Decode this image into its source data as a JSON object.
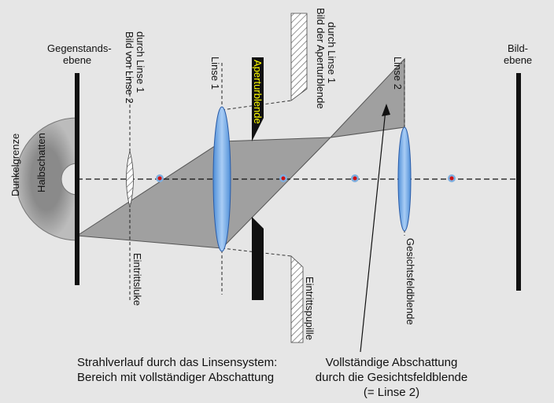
{
  "labels": {
    "object_plane": [
      "Gegenstands-",
      "ebene"
    ],
    "image_plane": [
      "Bild-",
      "ebene"
    ],
    "image_lens2": [
      "Bild von Linse 2",
      "durch Linse 1"
    ],
    "image_aperture": [
      "Bild der Aperturblende",
      "durch Linse 1"
    ],
    "lens1": "Linse 1",
    "lens2": "Linse 2",
    "aperture_stop": "Aperturblende",
    "dark_limit": "Dunkelgrenze",
    "half_shadow": "Halbschatten",
    "entrance_window": "Eintrittsluke",
    "entrance_pupil": "Eintrittspupille",
    "field_stop": "Gesichtsfeldblende"
  },
  "captions": {
    "ray_path": [
      "Strahlverlauf durch das Linsensystem:",
      "Bereich mit vollständiger Abschattung"
    ],
    "full_vignetting": [
      "Vollständige Abschattung",
      "durch die Gesichtsfeldblende",
      "(= Linse 2)"
    ]
  },
  "colors": {
    "background": "#e6e6e6",
    "shadow_region": "#a0a0a0",
    "lens_fill": "#6fa8e8",
    "focal_point": "#d01010",
    "aperture_label": "#ffff00"
  }
}
